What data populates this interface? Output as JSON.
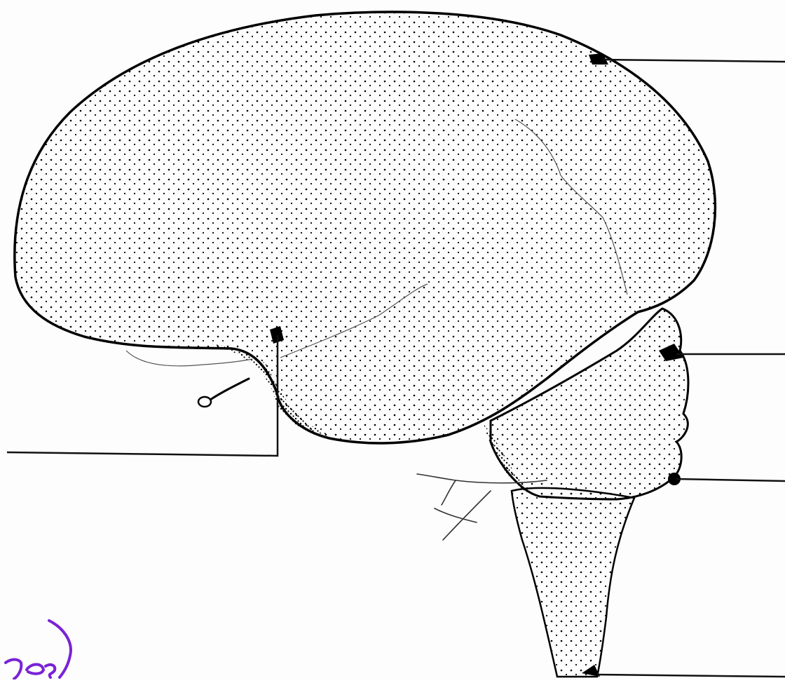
{
  "diagram": {
    "structures": [
      {
        "id": "cerebrum"
      },
      {
        "id": "pons"
      },
      {
        "id": "cerebellum"
      },
      {
        "id": "brainstem"
      }
    ],
    "label_lines": [
      {
        "id": "lead-right-1"
      },
      {
        "id": "lead-right-2"
      },
      {
        "id": "lead-right-3"
      },
      {
        "id": "lead-right-4"
      },
      {
        "id": "lead-left-1"
      }
    ],
    "colors": {
      "ink": "#000000",
      "paper": "#fdfdfd",
      "handwriting": "#7a22d6"
    }
  }
}
